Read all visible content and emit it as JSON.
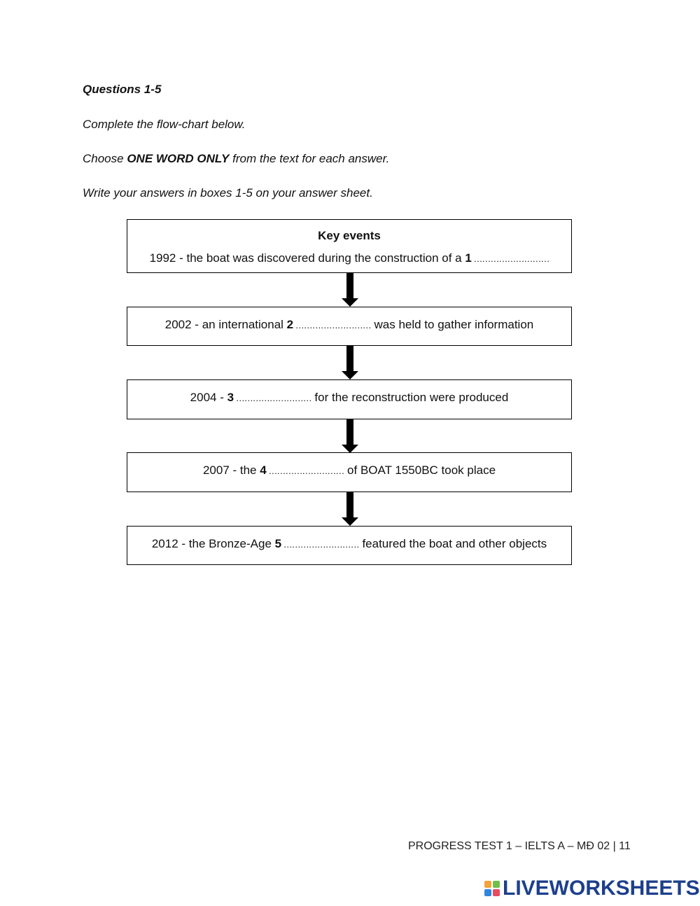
{
  "instructions": {
    "title": "Questions 1-5",
    "line1": "Complete the flow-chart below.",
    "line2_before": "Choose ",
    "line2_bold": "ONE WORD ONLY",
    "line2_after": " from the text for each answer.",
    "line3": "Write your answers in boxes 1-5 on your answer sheet."
  },
  "flowchart": {
    "heading": "Key events",
    "steps": [
      {
        "before": "1992 - the boat was discovered during the construction of a ",
        "number": "1",
        "blank": " ………………………",
        "after": ""
      },
      {
        "before": "2002 - an international ",
        "number": "2",
        "blank": " ………………………",
        "after": " was held to gather information"
      },
      {
        "before": "2004 - ",
        "number": "3",
        "blank": " ………………………",
        "after": " for the reconstruction were produced"
      },
      {
        "before": "2007 - the ",
        "number": "4",
        "blank": " ………………………",
        "after": " of BOAT 1550BC took place"
      },
      {
        "before": "2012 - the Bronze-Age ",
        "number": "5",
        "blank": " ………………………",
        "after": " featured the boat and other objects"
      }
    ]
  },
  "footer": {
    "text": "PROGRESS TEST 1 – IELTS A – MĐ 02 | 11"
  },
  "logo": {
    "text": "LIVEWORKSHEETS",
    "block_letters": "LIVE",
    "colors": [
      "#f2a33a",
      "#6fbf4a",
      "#2e86de",
      "#e84a5f"
    ],
    "text_color": "#1d3f8c"
  }
}
